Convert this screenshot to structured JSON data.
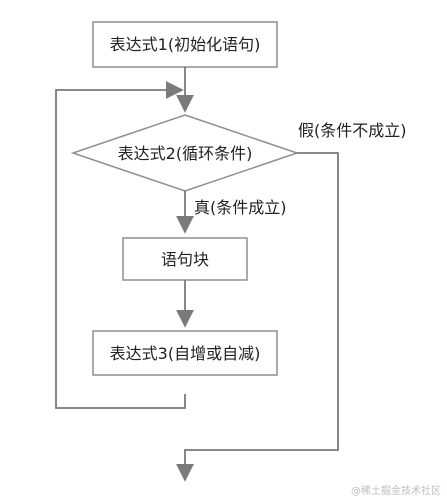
{
  "nodes": {
    "init": "表达式1(初始化语句)",
    "condition": "表达式2(循环条件)",
    "body": "语句块",
    "update": "表达式3(自增或自减)"
  },
  "edges": {
    "true_label": "真(条件成立)",
    "false_label": "假(条件不成立)"
  },
  "watermark": "@稀土掘金技术社区"
}
